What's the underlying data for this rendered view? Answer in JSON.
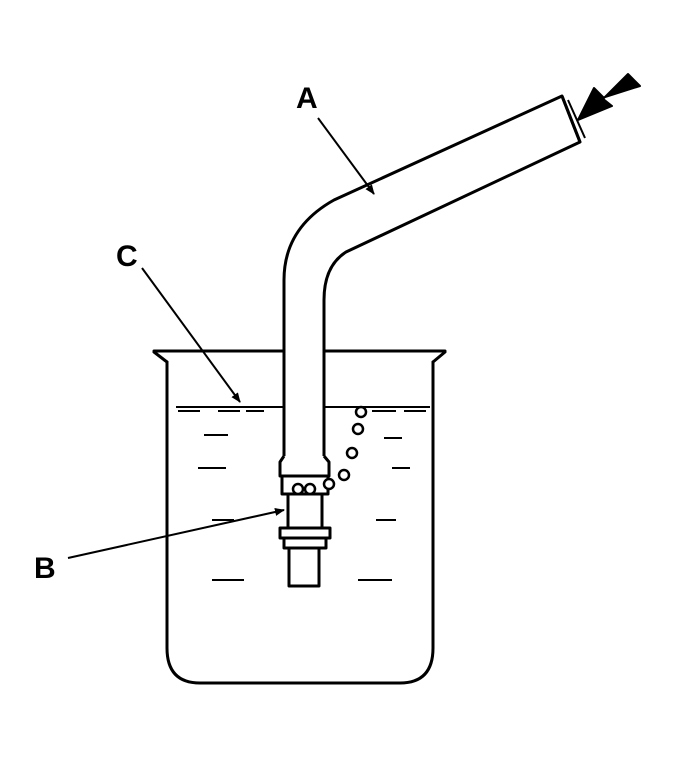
{
  "labels": {
    "a": "A",
    "b": "B",
    "c": "C"
  },
  "colors": {
    "ink": "#000000",
    "paper": "#ffffff"
  },
  "icons": {
    "pressure_arrow": "arrow-pointing-into-hose-end"
  }
}
